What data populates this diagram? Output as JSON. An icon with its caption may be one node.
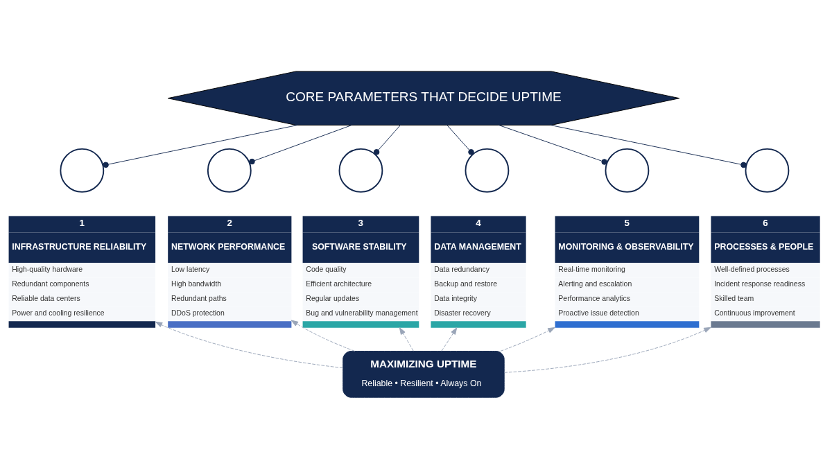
{
  "diagram": {
    "nodes": [
      {
        "text": [
          "CORE PARAMETERS THAT DECIDE UPTIME"
        ]
      },
      {
        "text": [],
        "shape": "circle"
      },
      {
        "text": [],
        "shape": "circle"
      },
      {
        "text": [],
        "shape": "circle"
      },
      {
        "text": [],
        "shape": "circle"
      },
      {
        "text": [],
        "shape": "circle"
      },
      {
        "text": [],
        "shape": "circle"
      },
      {
        "text": [
          "1",
          "INFRASTRUCTURE RELIABILITY",
          "High-quality hardware",
          "Redundant components",
          "Reliable data centers",
          "Power and cooling resilience"
        ]
      },
      {
        "text": [
          "2",
          "NETWORK PERFORMANCE",
          "Low latency",
          "High bandwidth",
          "Redundant paths",
          "DDoS protection"
        ]
      },
      {
        "text": [
          "3",
          "SOFTWARE STABILITY",
          "Code quality",
          "Efficient architecture",
          "Regular updates",
          "Bug and vulnerability management"
        ]
      },
      {
        "text": [
          "4",
          "DATA MANAGEMENT",
          "Data redundancy",
          "Backup and restore",
          "Data integrity",
          "Disaster recovery"
        ]
      },
      {
        "text": [
          "5",
          "MONITORING & OBSERVABILITY",
          "Real-time monitoring",
          "Alerting and escalation",
          "Performance analytics",
          "Proactive issue detection"
        ]
      },
      {
        "text": [
          "6",
          "PROCESSES & PEOPLE",
          "Well-defined processes",
          "Incident response readiness",
          "Skilled team",
          "Continuous improvement"
        ]
      },
      {
        "text": [
          "MAXIMIZING UPTIME",
          "Reliable • Resilient • Always On"
        ]
      }
    ],
    "edges": [
      {
        "from": 0,
        "to": 1,
        "arrow": "other"
      },
      {
        "from": 0,
        "to": 2,
        "arrow": "other"
      },
      {
        "from": 0,
        "to": 3,
        "arrow": "other"
      },
      {
        "from": 0,
        "to": 4,
        "arrow": "other"
      },
      {
        "from": 0,
        "to": 5,
        "arrow": "other"
      },
      {
        "from": 0,
        "to": 6,
        "arrow": "other"
      },
      {
        "from": 13,
        "to": 7,
        "arrow": "to",
        "style": "dashed",
        "color": "#9aa5b8"
      },
      {
        "from": 13,
        "to": 8,
        "arrow": "to",
        "style": "dashed",
        "color": "#9aa5b8"
      },
      {
        "from": 13,
        "to": 9,
        "arrow": "to",
        "style": "dashed",
        "color": "#9aa5b8"
      },
      {
        "from": 13,
        "to": 10,
        "arrow": "to",
        "style": "dashed",
        "color": "#9aa5b8"
      },
      {
        "from": 13,
        "to": 11,
        "arrow": "to",
        "style": "dashed",
        "color": "#9aa5b8"
      },
      {
        "from": 13,
        "to": 12,
        "arrow": "to",
        "style": "dashed",
        "color": "#9aa5b8"
      }
    ]
  }
}
